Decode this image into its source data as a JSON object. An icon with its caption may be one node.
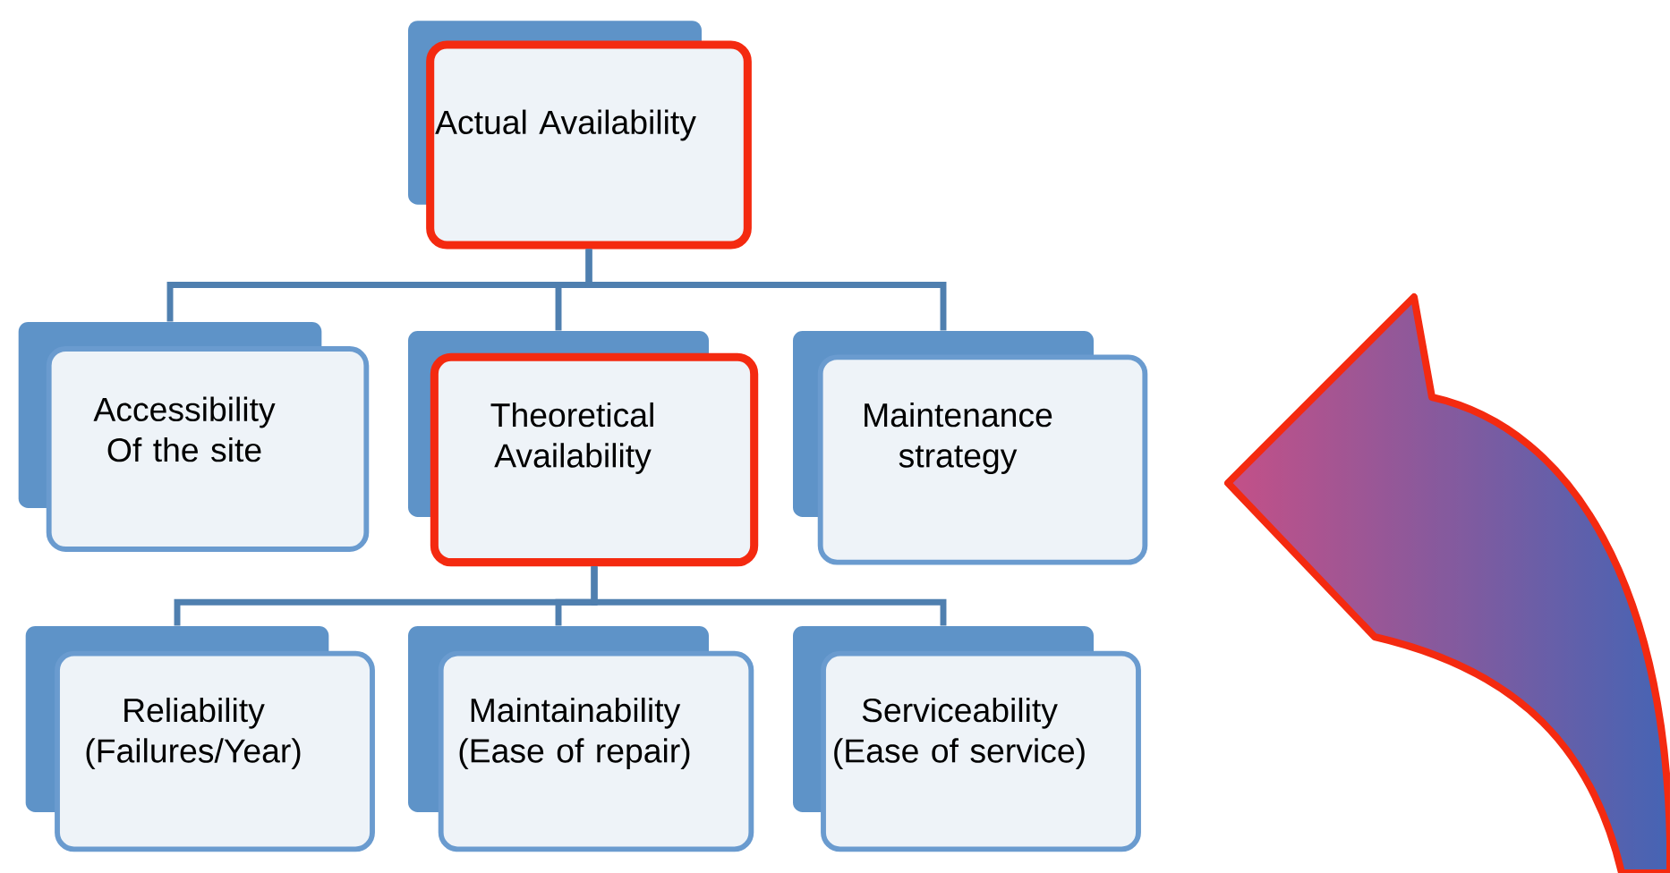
{
  "diagram": {
    "nodes": [
      {
        "text": [
          "Actual Availability"
        ]
      },
      {
        "text": [
          "Accessibility Of the site"
        ]
      },
      {
        "text": [
          "Theoretical Availability"
        ]
      },
      {
        "text": [
          "Maintenance strategy"
        ]
      },
      {
        "text": [
          "Reliability (Failures/Year)"
        ]
      },
      {
        "text": [
          "Maintainability (Ease of repair)"
        ]
      },
      {
        "text": [
          "Serviceability (Ease of service)"
        ]
      }
    ],
    "edges": [
      {
        "from": 0,
        "to": 1,
        "arrow": "none"
      },
      {
        "from": 0,
        "to": 2,
        "arrow": "none"
      },
      {
        "from": 0,
        "to": 3,
        "arrow": "none"
      },
      {
        "from": 2,
        "to": 4,
        "arrow": "none"
      },
      {
        "from": 2,
        "to": 5,
        "arrow": "none"
      },
      {
        "from": 2,
        "to": 6,
        "arrow": "none"
      }
    ]
  }
}
